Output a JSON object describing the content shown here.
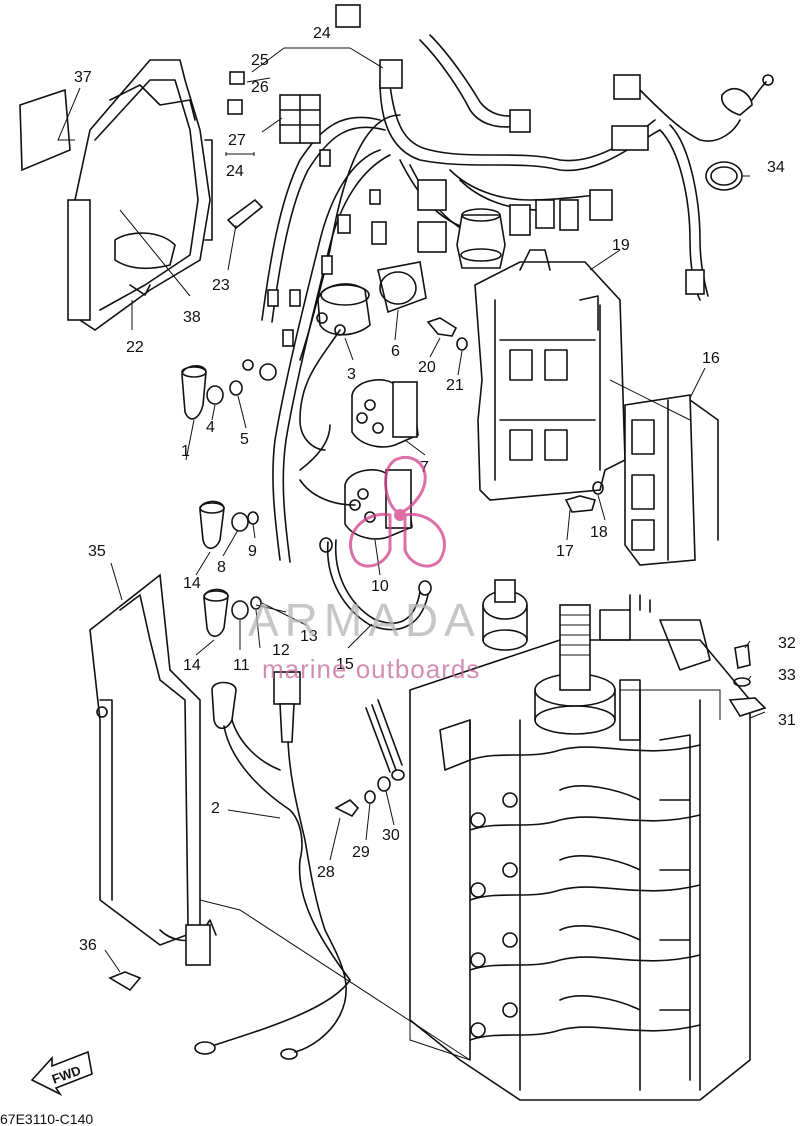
{
  "diagram_code": "67E3110-C140",
  "watermark": {
    "brand": "ARMADA",
    "tagline": "marine outboards",
    "accent_color": "#d23f8c"
  },
  "direction_marker": "FWD",
  "parts": [
    {
      "id": "p1",
      "label": "1"
    },
    {
      "id": "p2",
      "label": "2"
    },
    {
      "id": "p3",
      "label": "3"
    },
    {
      "id": "p4",
      "label": "4"
    },
    {
      "id": "p5",
      "label": "5"
    },
    {
      "id": "p6",
      "label": "6"
    },
    {
      "id": "p7",
      "label": "7"
    },
    {
      "id": "p8",
      "label": "8"
    },
    {
      "id": "p9",
      "label": "9"
    },
    {
      "id": "p10",
      "label": "10"
    },
    {
      "id": "p11",
      "label": "11"
    },
    {
      "id": "p12",
      "label": "12"
    },
    {
      "id": "p13",
      "label": "13"
    },
    {
      "id": "p14a",
      "label": "14"
    },
    {
      "id": "p14b",
      "label": "14"
    },
    {
      "id": "p15",
      "label": "15"
    },
    {
      "id": "p16",
      "label": "16"
    },
    {
      "id": "p17",
      "label": "17"
    },
    {
      "id": "p18",
      "label": "18"
    },
    {
      "id": "p19",
      "label": "19"
    },
    {
      "id": "p20",
      "label": "20"
    },
    {
      "id": "p21",
      "label": "21"
    },
    {
      "id": "p22",
      "label": "22"
    },
    {
      "id": "p23",
      "label": "23"
    },
    {
      "id": "p24a",
      "label": "24"
    },
    {
      "id": "p24b",
      "label": "24"
    },
    {
      "id": "p25",
      "label": "25"
    },
    {
      "id": "p26",
      "label": "26"
    },
    {
      "id": "p27",
      "label": "27"
    },
    {
      "id": "p28",
      "label": "28"
    },
    {
      "id": "p29",
      "label": "29"
    },
    {
      "id": "p30",
      "label": "30"
    },
    {
      "id": "p31",
      "label": "31"
    },
    {
      "id": "p32",
      "label": "32"
    },
    {
      "id": "p33",
      "label": "33"
    },
    {
      "id": "p34",
      "label": "34"
    },
    {
      "id": "p35",
      "label": "35"
    },
    {
      "id": "p36",
      "label": "36"
    },
    {
      "id": "p37",
      "label": "37"
    },
    {
      "id": "p38",
      "label": "38"
    }
  ]
}
